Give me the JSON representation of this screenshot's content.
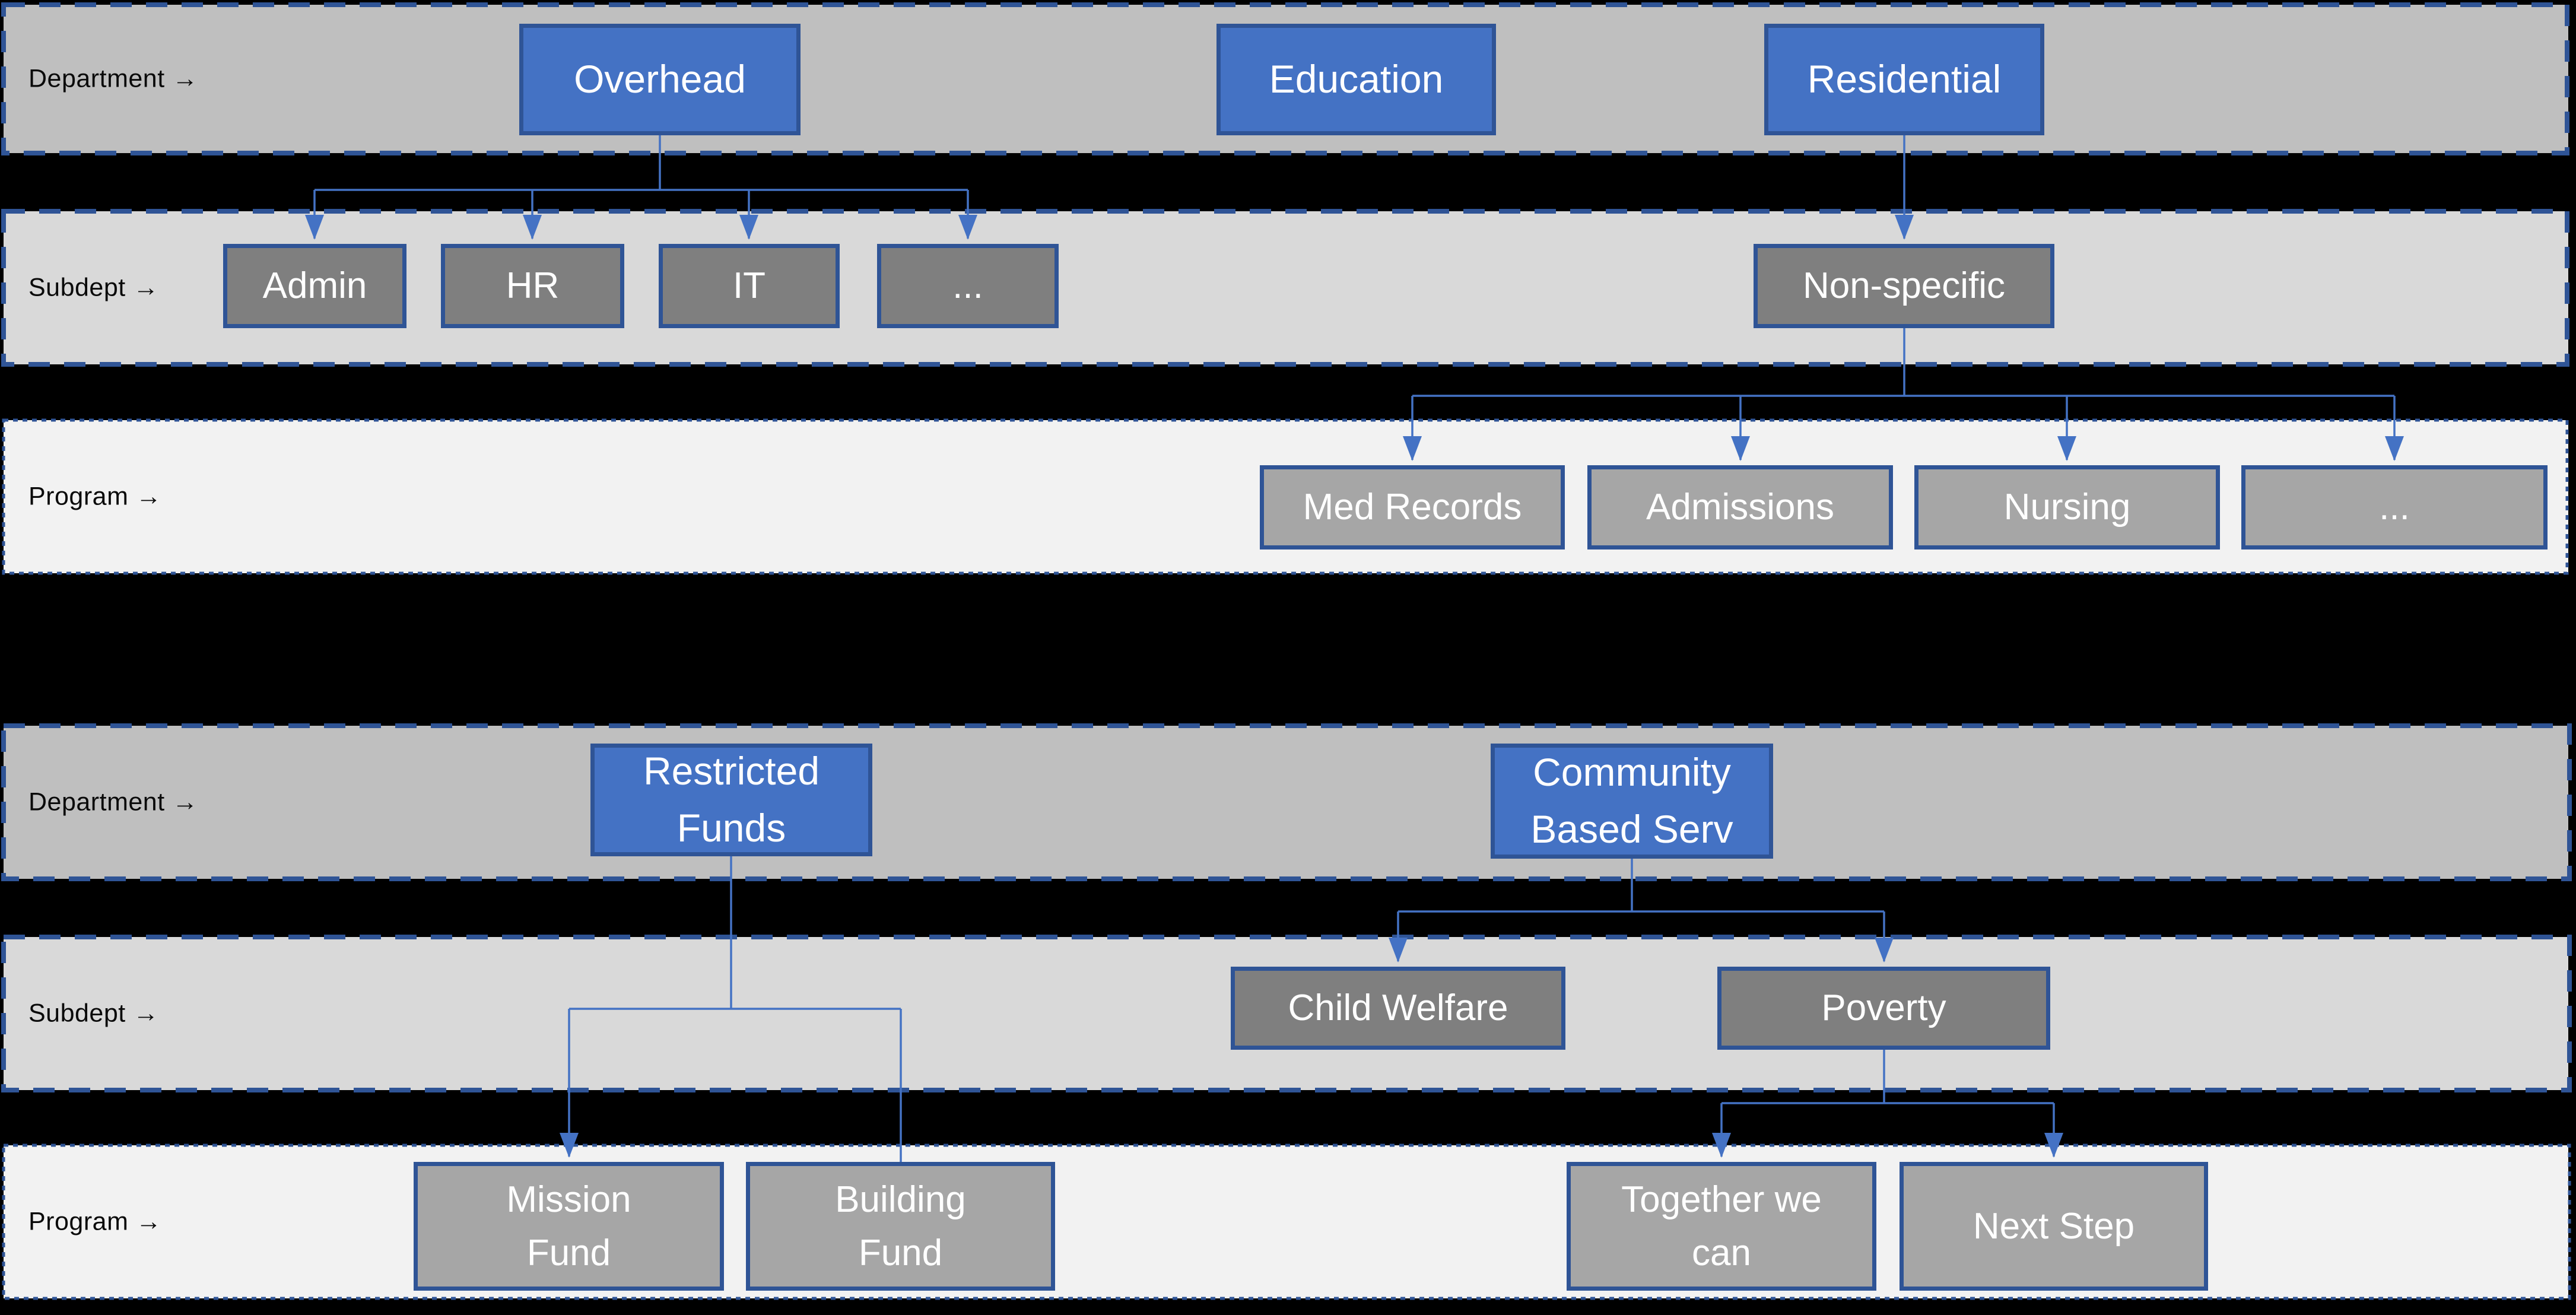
{
  "colors": {
    "page_bg": "#000000",
    "department_box_fill": "#4472C4",
    "subdept_box_fill": "#7F7F7F",
    "program_box_fill": "#A6A6A6",
    "box_border": "#2F5496",
    "connector": "#4472C4",
    "band_department_bg": "#BFBFBF",
    "band_subdept_bg": "#D9D9D9",
    "band_program_bg": "#F2F2F2",
    "band_dashed_border": "#2F5496",
    "row_label_color": "#0a0a0a",
    "box_text_color": "#ffffff"
  },
  "sections": [
    {
      "rows": [
        {
          "label": "Department →",
          "boxes": [
            {
              "label": "Overhead"
            },
            {
              "label": "Education"
            },
            {
              "label": "Residential"
            }
          ]
        },
        {
          "label": "Subdept →",
          "boxes": [
            {
              "label": "Admin"
            },
            {
              "label": "HR"
            },
            {
              "label": "IT"
            },
            {
              "label": "..."
            },
            {
              "label": "Non-specific"
            }
          ]
        },
        {
          "label": "Program →",
          "boxes": [
            {
              "label": "Med Records"
            },
            {
              "label": "Admissions"
            },
            {
              "label": "Nursing"
            },
            {
              "label": "..."
            }
          ]
        }
      ]
    },
    {
      "rows": [
        {
          "label": "Department →",
          "boxes": [
            {
              "label": "Restricted\nFunds"
            },
            {
              "label": "Community\nBased Serv"
            }
          ]
        },
        {
          "label": "Subdept →",
          "boxes": [
            {
              "label": "Child Welfare"
            },
            {
              "label": "Poverty"
            }
          ]
        },
        {
          "label": "Program →",
          "boxes": [
            {
              "label": "Mission\nFund"
            },
            {
              "label": "Building\nFund"
            },
            {
              "label": "Together we\ncan"
            },
            {
              "label": "Next Step"
            }
          ]
        }
      ]
    }
  ]
}
